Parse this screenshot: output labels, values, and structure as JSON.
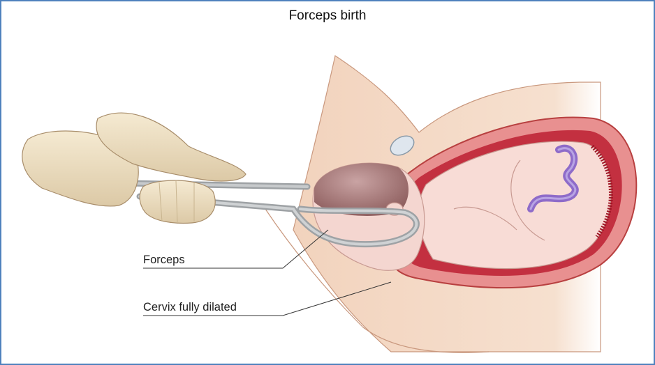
{
  "figure": {
    "title": "Forceps birth",
    "frame_color": "#4f81bd",
    "labels": [
      {
        "id": "forceps",
        "text": "Forceps"
      },
      {
        "id": "cervix",
        "text": "Cervix fully dilated"
      }
    ]
  },
  "colors": {
    "skin": "#f4d9c3",
    "skin_dark": "#e8bfa5",
    "glove": "#efe2c6",
    "uterus_wall": "#e07a7a",
    "uterus_dark": "#b8202e",
    "baby": "#f8dcd6",
    "cord": "#8e6bc9",
    "forceps": "#b9bcbe",
    "head_shade": "#9d7070"
  }
}
